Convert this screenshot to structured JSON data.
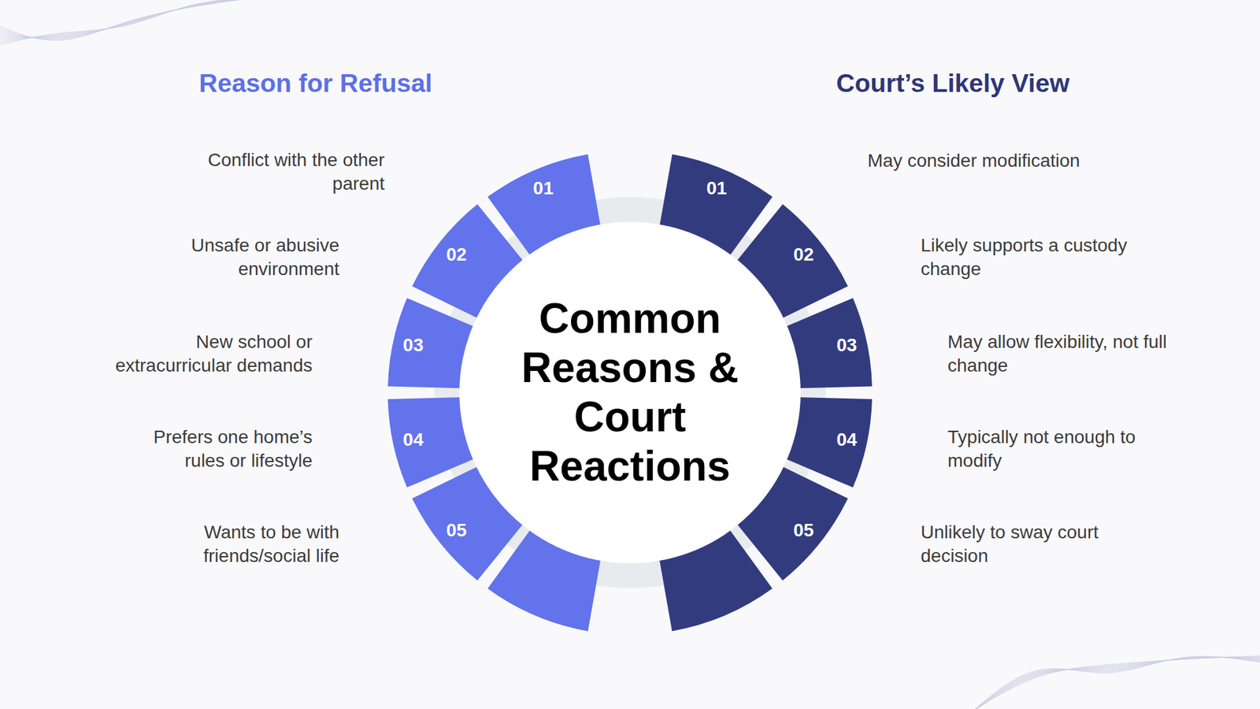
{
  "diagram": {
    "nodes": [
      {
        "text": [
          "Common Reasons & Court Reactions"
        ]
      },
      {
        "text": [
          "01"
        ]
      },
      {
        "text": [
          "02"
        ]
      },
      {
        "text": [
          "03"
        ]
      },
      {
        "text": [
          "04"
        ]
      },
      {
        "text": [
          "05"
        ]
      },
      {
        "text": [
          "01"
        ]
      },
      {
        "text": [
          "02"
        ]
      },
      {
        "text": [
          "03"
        ]
      },
      {
        "text": [
          "04"
        ]
      },
      {
        "text": [
          "05"
        ]
      }
    ],
    "labels": [
      "Reason for Refusal",
      "Conflict with the other parent",
      "Unsafe or abusive environment",
      "New school or extracurricular demands",
      "Prefers one home’s rules or lifestyle",
      "Wants to be with friends/social life",
      "Court’s Likely View",
      "May consider modification",
      "Likely supports a custody change",
      "May allow flexibility, not full change",
      "Typically not enough to modify",
      "Unlikely to sway court decision"
    ]
  }
}
